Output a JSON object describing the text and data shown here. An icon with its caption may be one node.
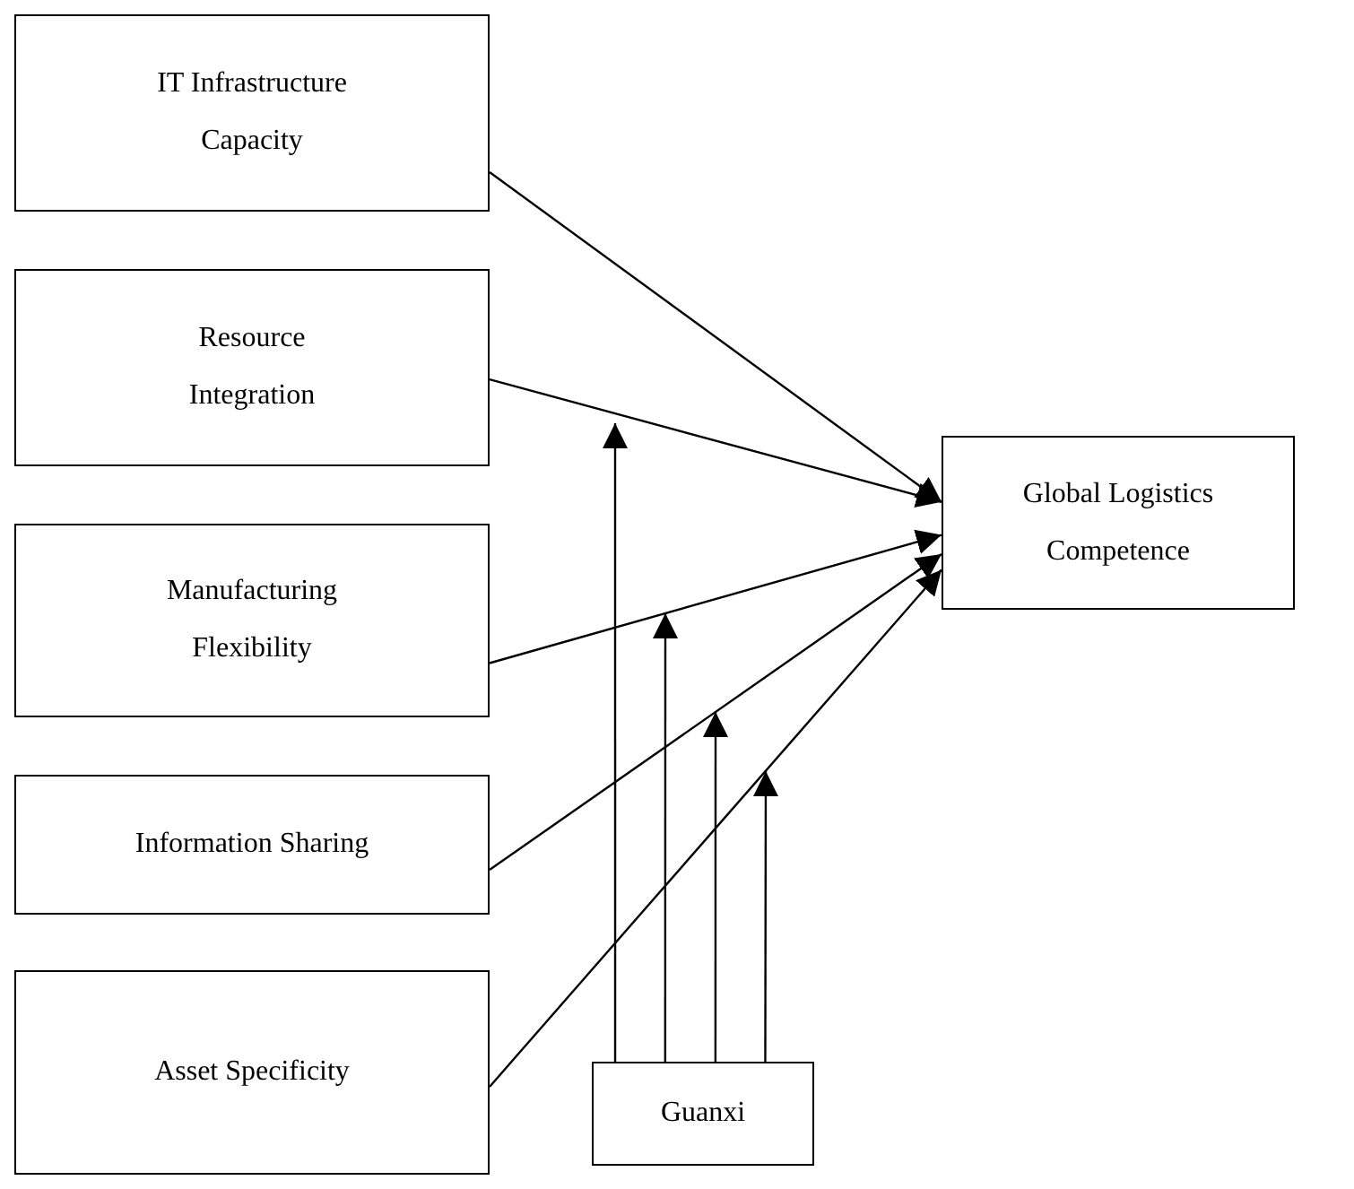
{
  "diagram": {
    "nodes": [
      {
        "text": [
          "IT Infrastructure Capacity"
        ]
      },
      {
        "text": [
          "Resource Integration"
        ]
      },
      {
        "text": [
          "Manufacturing Flexibility"
        ]
      },
      {
        "text": [
          "Information Sharing"
        ]
      },
      {
        "text": [
          "Asset Specificity"
        ]
      },
      {
        "text": [
          "Global Logistics Competence"
        ]
      },
      {
        "text": [
          "Guanxi"
        ]
      }
    ],
    "edges": [
      {
        "from": 0,
        "to": 5,
        "arrow": "to"
      },
      {
        "from": 1,
        "to": 5,
        "arrow": "to"
      },
      {
        "from": 2,
        "to": 5,
        "arrow": "to"
      },
      {
        "from": 3,
        "to": 5,
        "arrow": "to"
      },
      {
        "from": 4,
        "to": 5,
        "arrow": "to"
      },
      {
        "from": 6,
        "to": null,
        "arrow": "to"
      },
      {
        "from": 6,
        "to": null,
        "arrow": "to"
      },
      {
        "from": 6,
        "to": null,
        "arrow": "to"
      },
      {
        "from": 6,
        "to": null,
        "arrow": "to"
      }
    ]
  }
}
